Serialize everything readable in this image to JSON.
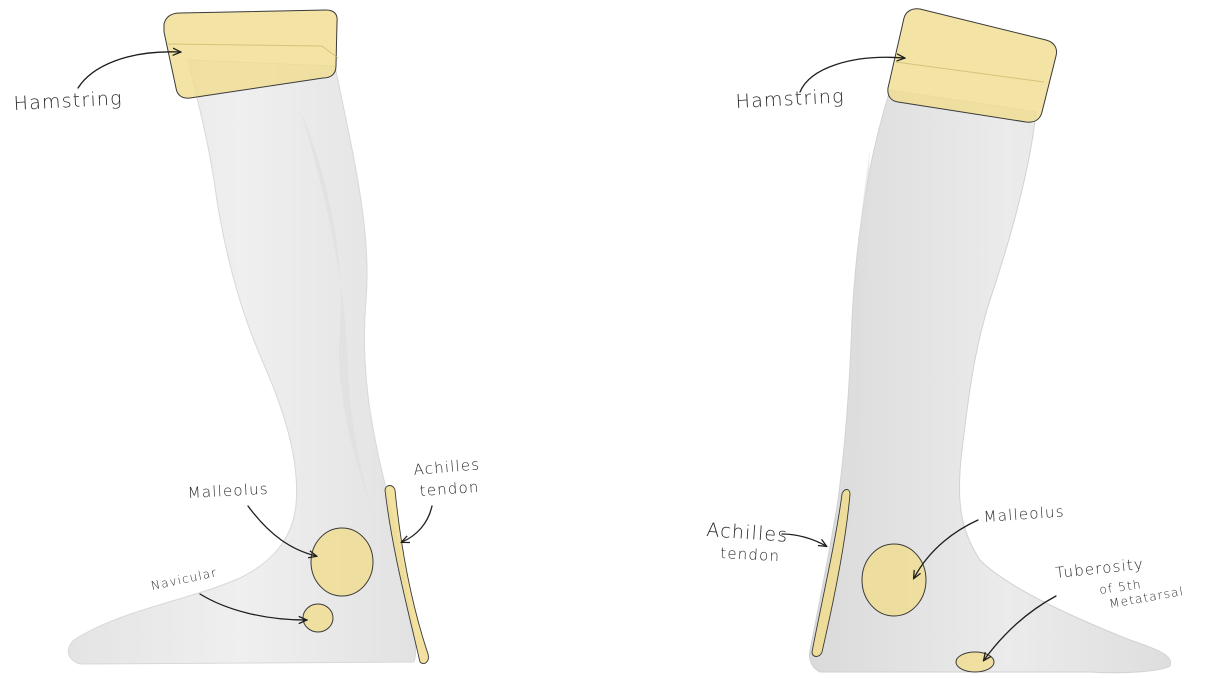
{
  "left_figure": {
    "labels": {
      "hamstring": "Hamstring",
      "malleolus": "Malleolus",
      "navicular": "Navicular",
      "achilles_line1": "Achilles",
      "achilles_line2": "tendon"
    }
  },
  "right_figure": {
    "labels": {
      "hamstring": "Hamstring",
      "malleolus": "Malleolus",
      "achilles_line1": "Achilles",
      "achilles_line2": "tendon",
      "tuberosity_line1": "Tuberosity",
      "tuberosity_line2": "of 5th",
      "tuberosity_line3": "Metatarsal"
    }
  },
  "colors": {
    "pad_fill": "#f0dc8e",
    "leg_fill": "#e9e9e9",
    "ink": "#1e1e1e"
  }
}
